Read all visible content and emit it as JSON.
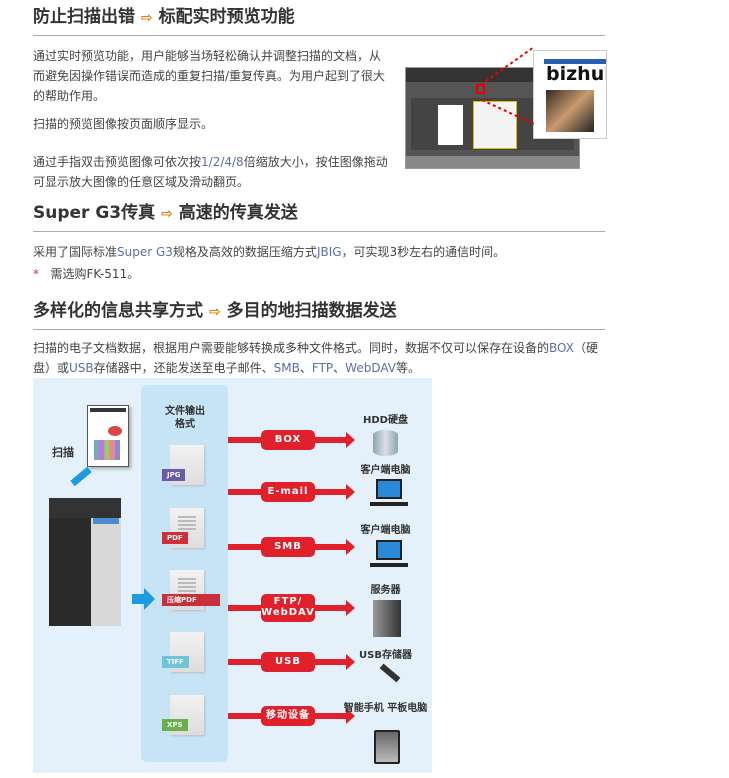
{
  "section1": {
    "title_a": "防止扫描出错",
    "arrow": "⇨",
    "title_b": "标配实时预览功能",
    "p1": "通过实时预览功能，用户能够当场轻松确认并调整扫描的文档，从而避免因操作错误而造成的重复扫描/重复传真。为用户起到了很大的帮助作用。",
    "p2": "扫描的预览图像按页面顺序显示。",
    "p3a": "通过手指双击预览图像可依次按",
    "p3b": "1/2/4/8",
    "p3c": "倍缩放大小，按住图像拖动可显示放大图像的任意区域及滑动翻页。",
    "image_logo": "bizhub"
  },
  "section2": {
    "title_a": "Super G3传真",
    "arrow": "⇨",
    "title_b": "高速的传真发送",
    "p1a": "采用了国际标准",
    "p1b": "Super G3",
    "p1c": "规格及高效的数据压缩方式",
    "p1d": "JBIG",
    "p1e": "，可实现3秒左右的通信时间。",
    "note_mark": "*",
    "note": "需选购FK-511。"
  },
  "section3": {
    "title_a": "多样化的信息共享方式",
    "arrow": "⇨",
    "title_b": "多目的地扫描数据发送",
    "p1a": "扫描的电子文档数据，根据用户需要能够转换成多种文件格式。同时，数据不仅可以保存在设备的",
    "p1b": "BOX",
    "p1c": "（硬盘）或",
    "p1d": "USB",
    "p1e": "存储器中，还能发送至电子邮件、",
    "p1f": "SMB",
    "p1g": "、",
    "p1h": "FTP",
    "p1i": "、",
    "p1j": "WebDAV",
    "p1k": "等。"
  },
  "diagram": {
    "scan_label": "扫描",
    "column_title": "文件输出格式",
    "formats": [
      {
        "label": "JPG",
        "color": "#6a5aa8"
      },
      {
        "label": "PDF",
        "color": "#d0303a"
      },
      {
        "label": "压缩PDF",
        "color": "#c8303a"
      },
      {
        "label": "TIFF",
        "color": "#6cc6d8"
      },
      {
        "label": "XPS",
        "color": "#6ab04a"
      }
    ],
    "routes": [
      {
        "label": "BOX",
        "dest": "HDD硬盘"
      },
      {
        "label": "E-mail",
        "dest": "客户端电脑"
      },
      {
        "label": "SMB",
        "dest": "客户端电脑"
      },
      {
        "label": "FTP/ WebDAV",
        "dest": "服务器"
      },
      {
        "label": "USB",
        "dest": "USB存储器"
      },
      {
        "label": "移动设备",
        "dest": "智能手机 平板电脑"
      }
    ]
  }
}
